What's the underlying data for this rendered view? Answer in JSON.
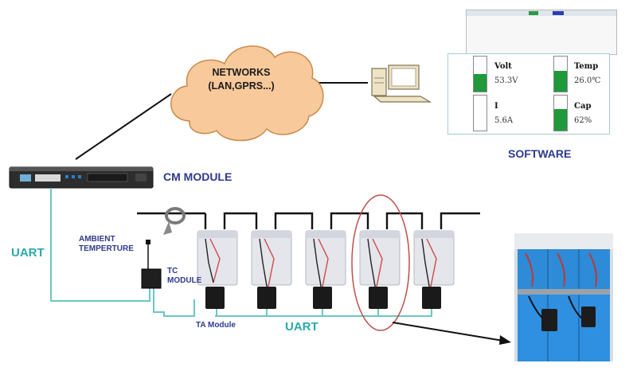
{
  "cloud": {
    "line1": "NETWORKS",
    "line2": "(LAN,GPRS...)"
  },
  "labels": {
    "software": "SOFTWARE",
    "cm_module": "CM MODULE",
    "uart_left": "UART",
    "uart_bottom": "UART",
    "ambient_line1": "AMBIENT",
    "ambient_line2": "TEMPERTURE",
    "tc_line1": "TC",
    "tc_line2": "MODULE",
    "ta_module": "TA Module"
  },
  "software": {
    "gauges": [
      {
        "name": "Volt",
        "value": "53.3V",
        "fill": 0.5
      },
      {
        "name": "Temp",
        "value": "26.0℃",
        "fill": 0.6
      },
      {
        "name": "I",
        "value": "5.6A",
        "fill": 0.0
      },
      {
        "name": "Cap",
        "value": "62%",
        "fill": 0.62
      }
    ]
  },
  "colors": {
    "cloud_fill": "#f8c99b",
    "cloud_stroke": "#c98a48",
    "teal_wire": "#6cc6c6",
    "gauge_green": "#1e9a3a",
    "highlight_red": "#c0504d",
    "label_blue": "#2e3a8c"
  }
}
